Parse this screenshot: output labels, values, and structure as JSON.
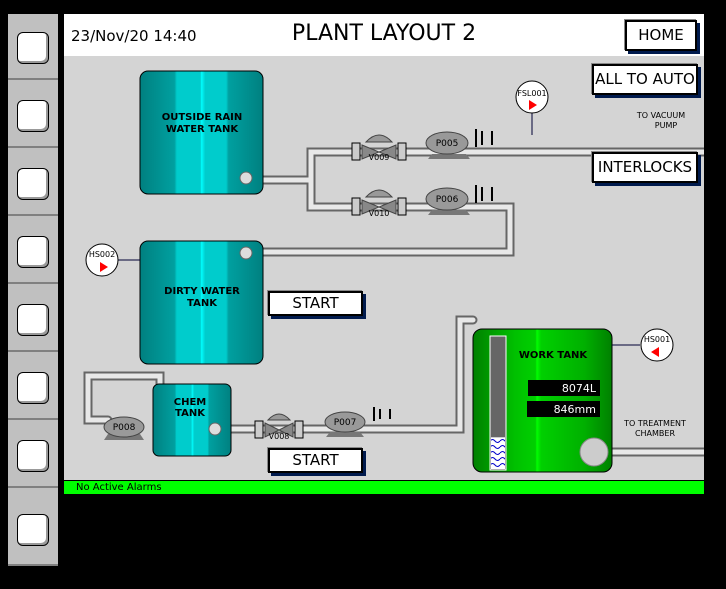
{
  "header": {
    "datetime": "23/Nov/20 14:40",
    "title": "PLANT LAYOUT 2",
    "home_label": "HOME"
  },
  "buttons": {
    "all_to_auto": "ALL TO AUTO",
    "interlocks": "INTERLOCKS",
    "start1": "START",
    "start2": "START"
  },
  "tanks": {
    "rain": [
      "OUTSIDE RAIN",
      "WATER TANK"
    ],
    "dirty": [
      "DIRTY WATER",
      "TANK"
    ],
    "chem": [
      "CHEM",
      "TANK"
    ],
    "work": "WORK TANK"
  },
  "work_tank": {
    "volume": "8074L",
    "level": "846mm",
    "level_fraction": 0.24
  },
  "valves": [
    "V009",
    "V010",
    "V008"
  ],
  "pumps": [
    "P005",
    "P006",
    "P007",
    "P008"
  ],
  "instruments": {
    "fsl": "FSL001",
    "hs2": "HS002",
    "hs1": "HS001"
  },
  "labels": {
    "vacuum": [
      "TO VACUUM",
      "PUMP"
    ],
    "treatment": [
      "TO TREATMENT",
      "CHAMBER"
    ]
  },
  "alarm": "No Active Alarms",
  "colors": {
    "tank": "#00a0a0",
    "work_tank": "#00c000",
    "alarm_bar": "#00ff00"
  }
}
